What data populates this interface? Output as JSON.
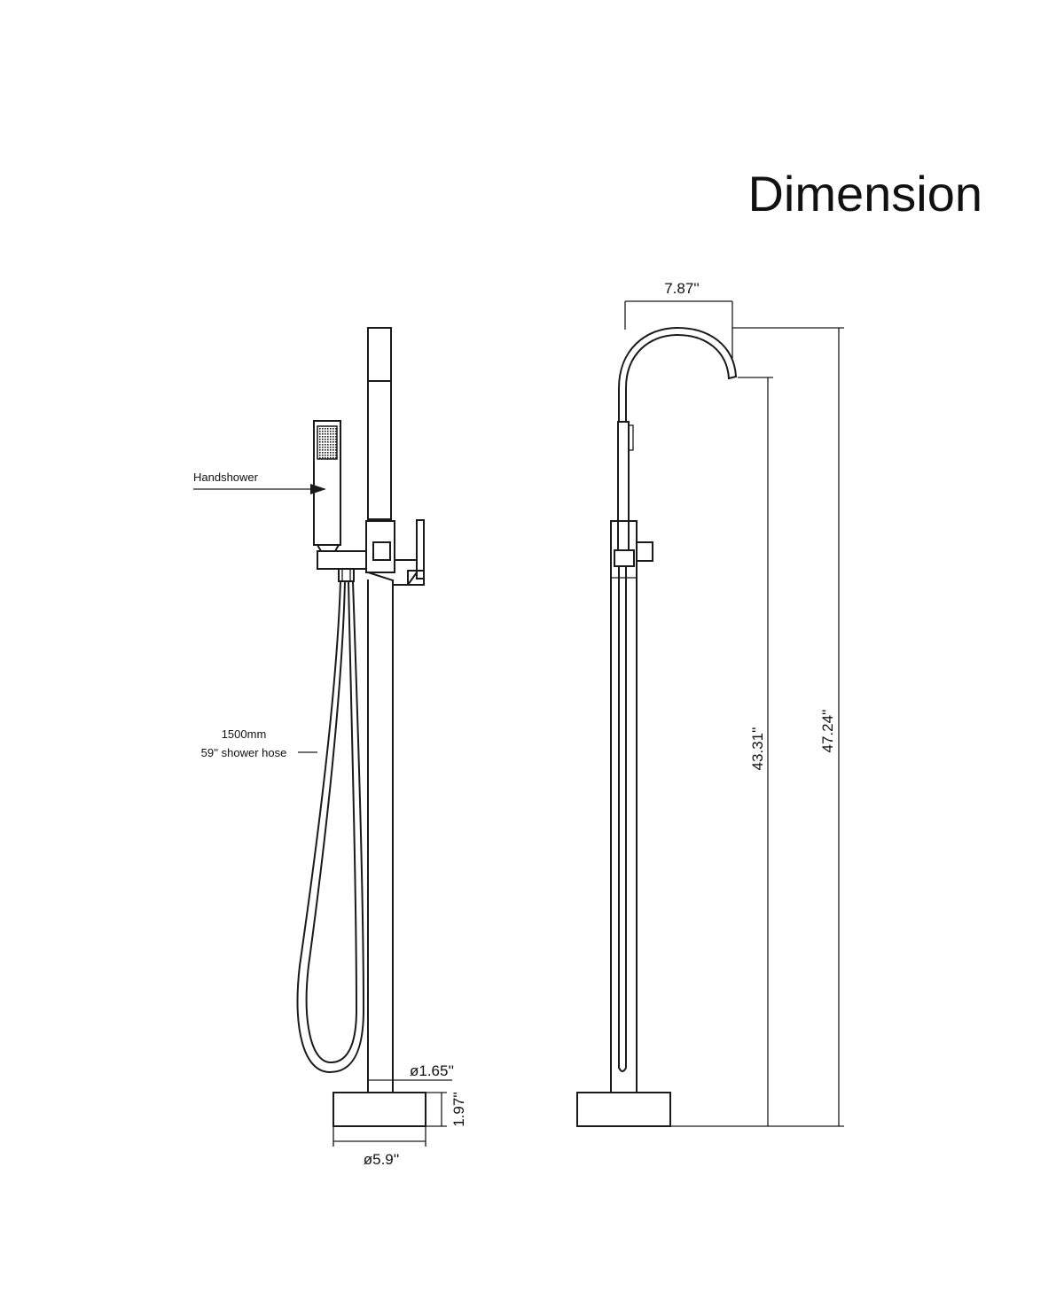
{
  "title": "Dimension",
  "callouts": {
    "handshower": "Handshower",
    "hose_line1": "1500mm",
    "hose_line2": "59'' shower hose"
  },
  "dimensions": {
    "spout_reach": "7.87''",
    "spout_height": "43.31''",
    "total_height": "47.24''",
    "pipe_diameter": "ø1.65''",
    "base_height": "1.97''",
    "base_diameter": "ø5.9''"
  },
  "colors": {
    "line": "#1a1a1a",
    "background": "#ffffff"
  }
}
